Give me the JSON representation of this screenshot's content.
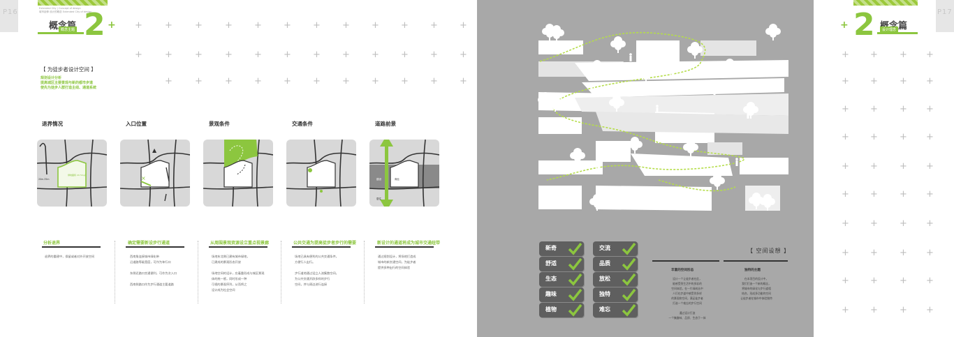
{
  "left_page": {
    "page_number": "P16",
    "header": {
      "small_text": [
        "Extended City | Concept of design",
        "城市延伸 设计的概念 Extended City of design"
      ],
      "chapter": "概念篇",
      "subtitle": "概念主题",
      "big_number": "2",
      "plus": "+"
    },
    "intro": {
      "title": "【 为徒步者设计空间 】",
      "lines": [
        "规划设计分析",
        "提高城区主要景观与新的都市步道",
        "使先为徒步人群打造主线、通道系统"
      ]
    },
    "analysis": [
      {
        "heading": "退界情况",
        "note_title": "分析退界",
        "text": "退界的重建中，保留或者对外开放空间",
        "labels": [
          "20m-35m",
          "绿地面积\n21714㎡"
        ]
      },
      {
        "heading": "入口位置",
        "note_title": "确定需要新设步行通道",
        "text": "西南角连接城市绿化带\n沿道路等级宽度，可作为车行口\n\n东侧近路口交通便利，可作为次入口\n\n西南侧路口作为步行通道主要道路",
        "labels": []
      },
      {
        "heading": "景观条件",
        "note_title": "从周围景观资源设立重点视景廊",
        "text": "场地东北侧已建有城市绿地，\n已建成的景观形态开放\n\n场地空间的设计，应着重形成与城区景观\n体的统一感，同时形成一种\n可视的景观序列，从而将之\n设计成为社会空间",
        "labels": []
      },
      {
        "heading": "交通条件",
        "note_title": "公共交通为提高徒步者步行的需要",
        "text": "场地已具有便利的公共交通条件，\n方便行人出行。\n\n步行道地通过设立人流集散空间，\n为公共交通开辟多样的步行\n空间，并与周边进行连接",
        "labels": []
      },
      {
        "heading": "道路前景",
        "note_title": "新设计的通道将成为城市交通纽带",
        "text": "通过规划设计，将场地打造成\n城市的新交通空间，为徒步者\n提供多种出行的空间体验",
        "labels": [
          "建设",
          "商业",
          "居住"
        ]
      }
    ]
  },
  "right_page": {
    "page_number": "P17",
    "header": {
      "chapter": "概念篇",
      "subtitle": "设计理念",
      "big_number": "2",
      "plus": "+"
    },
    "tags": [
      [
        "新奇",
        "交流"
      ],
      [
        "舒适",
        "品质"
      ],
      [
        "生态",
        "放松"
      ],
      [
        "趣味",
        "独特"
      ],
      [
        "植物",
        "难忘"
      ]
    ],
    "concept": {
      "title": "【 空间设想 】",
      "columns": [
        {
          "heading": "丰富的空间形态",
          "text": "设计一个让徒步者在此，\n能感受到生活中的多彩的\n空间体验，在一片绿树丛中\n人们在步道中感受到多样\n的景观和空间，满足徒步者\n打造一个难忘的步行空间\n\n通过设计打造\n一个集趣味、品质、生态于一体"
        },
        {
          "heading": "独特的主题",
          "text": "在本项目的设计中，\n我们打造一个新的概念，\n将城市的绿化与步行道相\n结合，形成多功能的空间\n让徒步者在城市中体验独特"
        }
      ]
    },
    "colors": {
      "accent": "#8cc63f",
      "panel": "#a8a8a8",
      "tag": "#5f5f5f"
    }
  }
}
